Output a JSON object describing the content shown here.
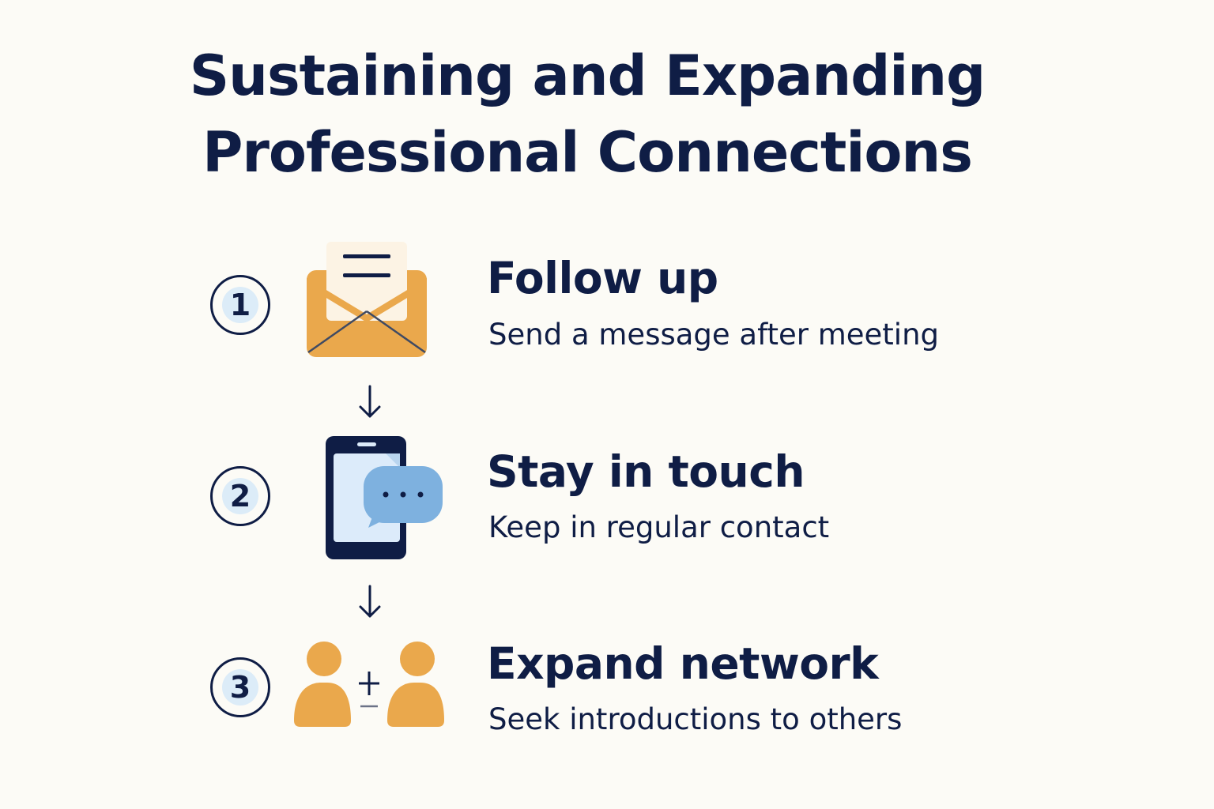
{
  "title": {
    "line1": "Sustaining and Expanding",
    "line2": "Professional Connections"
  },
  "steps": [
    {
      "number": "1",
      "title": "Follow up",
      "description": "Send a message after meeting",
      "icon": "envelope-letter-icon"
    },
    {
      "number": "2",
      "title": "Stay in touch",
      "description": "Keep in regular contact",
      "icon": "phone-chat-icon"
    },
    {
      "number": "3",
      "title": "Expand network",
      "description": "Seek introductions to others",
      "icon": "people-plus-icon"
    }
  ],
  "connector_icon": "arrow-down-icon",
  "colors": {
    "background": "#fcfbf6",
    "text": "#0f1d45",
    "accent_orange": "#eaa84c",
    "accent_blue": "#7eb1df",
    "number_fill": "#dcecf8",
    "screen": "#dcebfa"
  }
}
